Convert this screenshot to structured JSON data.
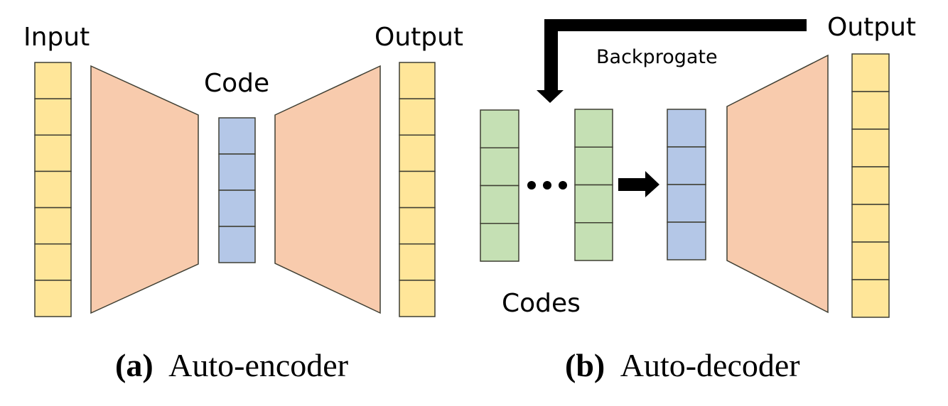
{
  "colors": {
    "input_output": "#FFE699",
    "network": "#F8CBAD",
    "code": "#B4C7E7",
    "codes": "#C5E0B4",
    "arrow": "#000000",
    "border": "#3f3f33"
  },
  "panel_a": {
    "input_label": "Input",
    "code_label": "Code",
    "output_label": "Output",
    "input_cells": 7,
    "code_cells": 4,
    "output_cells": 7,
    "caption_letter": "(a)",
    "caption_text": "Auto-encoder"
  },
  "panel_b": {
    "output_label": "Output",
    "backprop_label": "Backprogate",
    "codes_label": "Codes",
    "ellipsis": "•••",
    "code_vector_cells": 4,
    "output_cells": 7,
    "caption_letter": "(b)",
    "caption_text": "Auto-decoder"
  }
}
